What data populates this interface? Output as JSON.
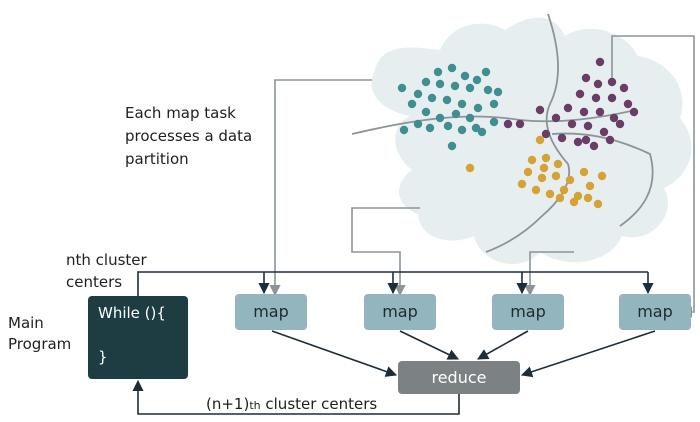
{
  "labels": {
    "map_task_line1": "Each map task",
    "map_task_line2": "processes a data",
    "map_task_line3": "partition",
    "nth_line1": "nth cluster",
    "nth_line2": "centers",
    "main_line1": "Main",
    "main_line2": "Program",
    "feedback_prefix": "(n+1)",
    "feedback_subscript": "th",
    "feedback_suffix": " cluster centers"
  },
  "main_program": {
    "line1": "While (){",
    "line2": "}"
  },
  "map_boxes": [
    "map",
    "map",
    "map",
    "map"
  ],
  "reduce_label": "reduce",
  "colors": {
    "blob": "#e6eef0",
    "teal_points": "#3f8f92",
    "purple_points": "#6b3d66",
    "gold_points": "#d6a233",
    "map_box": "#93b5bd",
    "reduce_box": "#7c8284",
    "main_box": "#1e3d42",
    "partition_lines": "#8c9498",
    "arrows": "#1e2d3a"
  }
}
